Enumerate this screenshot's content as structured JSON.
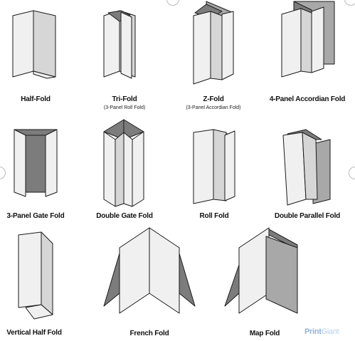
{
  "folds": [
    {
      "name": "Half-Fold",
      "subtitle": ""
    },
    {
      "name": "Tri-Fold",
      "subtitle": "(3-Panel Roll Fold)"
    },
    {
      "name": "Z-Fold",
      "subtitle": "(3-Panel Accordian Fold)"
    },
    {
      "name": "4-Panel Accordian Fold",
      "subtitle": ""
    },
    {
      "name": "3-Panel Gate Fold",
      "subtitle": ""
    },
    {
      "name": "Double Gate Fold",
      "subtitle": ""
    },
    {
      "name": "Roll Fold",
      "subtitle": ""
    },
    {
      "name": "Double Parallel Fold",
      "subtitle": ""
    },
    {
      "name": "Vertical Half Fold",
      "subtitle": ""
    },
    {
      "name": "French Fold",
      "subtitle": ""
    },
    {
      "name": "Map Fold",
      "subtitle": ""
    }
  ],
  "watermark": {
    "part1": "Print",
    "part2": "Giant"
  },
  "colors": {
    "panel_light": "#f0f0f0",
    "panel_mid": "#d6d6d6",
    "panel_dark": "#a8a8a8",
    "panel_darker": "#7c7c7c",
    "stroke": "#1a1a1a"
  },
  "icons": [
    "half-fold-icon",
    "tri-fold-icon",
    "z-fold-icon",
    "accordion-fold-icon",
    "gate-fold-icon",
    "double-gate-fold-icon",
    "roll-fold-icon",
    "double-parallel-fold-icon",
    "vertical-half-fold-icon",
    "french-fold-icon",
    "map-fold-icon"
  ]
}
